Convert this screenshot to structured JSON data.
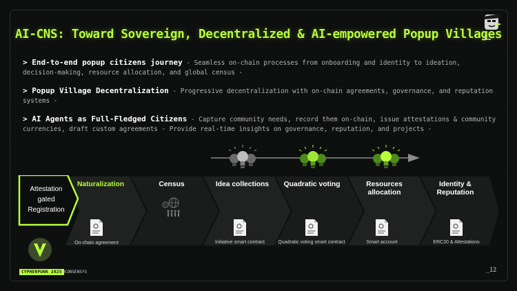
{
  "slide": {
    "title": "AI-CNS: Toward Sovereign, Decentralized & AI-empowered Popup Villages",
    "bullets": [
      {
        "head": "> End-to-end popup citizens journey",
        "body": " - Seamless on-chain processes from onboarding and identity to ideation, decision-making, resource allocation, and global census -"
      },
      {
        "head": "> Popup Village Decentralization",
        "body": " - Progressive decentralization with on-chain agreements, governance, and reputation systems -"
      },
      {
        "head": "> AI Agents as Full-Fledged Citizens",
        "body": " - Capture community needs, record them on-chain, issue attestations & community currencies, draft custom agreements - Provide real-time insights on governance, reputation, and projects -"
      }
    ]
  },
  "journey": {
    "first_step": "Attestation gated Registration",
    "steps": [
      {
        "label": "Naturalization",
        "caption": "On-chain agreement"
      },
      {
        "label": "Census",
        "caption": ""
      },
      {
        "label": "Idea collections",
        "caption": "Initiative smart contract"
      },
      {
        "label": "Quadratic voting",
        "caption": "Quadratic voting smart contract"
      },
      {
        "label": "Resources allocation",
        "caption": "Smart account"
      },
      {
        "label": "Identity & Reputation",
        "caption": "ERC20 & Attestations"
      }
    ]
  },
  "footer": {
    "badge": "CYPHERPUNK 2025",
    "handle": "@CONSENSYS",
    "page": "_12"
  },
  "colors": {
    "accent": "#b8ff3c",
    "background": "#0c0d0d",
    "chevron": "#1f2220"
  }
}
